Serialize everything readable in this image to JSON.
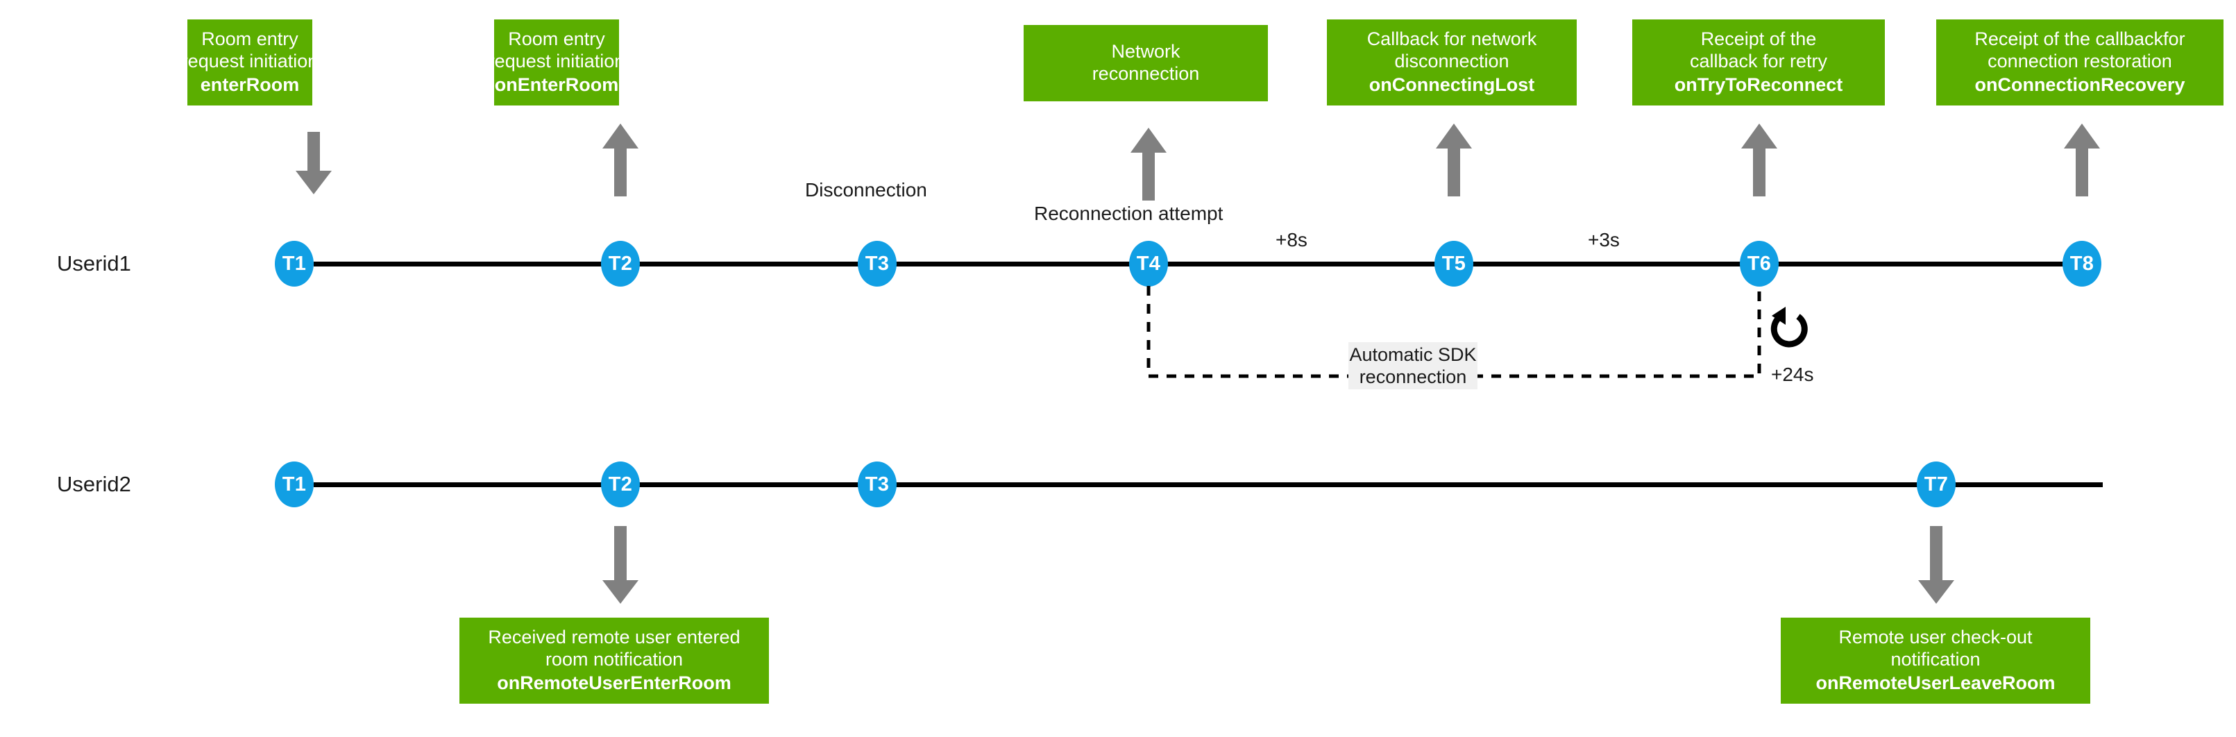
{
  "colors": {
    "callout_green": "#5BAE00",
    "node_blue": "#119FE4",
    "arrow_grey": "#808080",
    "timeline_black": "#000000",
    "sdk_box_grey": "#f0f0f0"
  },
  "callouts": [
    {
      "id": "enter-room",
      "line1": "Room entry",
      "line2": "request initiation",
      "api": "enterRoom"
    },
    {
      "id": "on-enter-room",
      "line1": "Room entry",
      "line2": "request initiation",
      "api": "onEnterRoom"
    },
    {
      "id": "network-reconnection",
      "line1": "Network",
      "line2": "reconnection",
      "api": ""
    },
    {
      "id": "on-connecting-lost",
      "line1": "Callback for network",
      "line2": "disconnection",
      "api": "onConnectingLost"
    },
    {
      "id": "on-try-to-reconnect",
      "line1": "Receipt of the",
      "line2": "callback for retry",
      "api": "onTryToReconnect"
    },
    {
      "id": "on-connection-recovery",
      "line1": "Receipt of the callbackfor",
      "line2": "connection restoration",
      "api": "onConnectionRecovery"
    },
    {
      "id": "on-remote-user-enter-room",
      "line1": "Received remote user entered",
      "line2": "room notification",
      "api": "onRemoteUserEnterRoom"
    },
    {
      "id": "on-remote-user-leave-room",
      "line1": "Remote user check-out",
      "line2": "notification",
      "api": "onRemoteUserLeaveRoom"
    }
  ],
  "rows": [
    {
      "id": "userid1",
      "label": "Userid1",
      "nodes": [
        "T1",
        "T2",
        "T3",
        "T4",
        "T5",
        "T6",
        "T8"
      ]
    },
    {
      "id": "userid2",
      "label": "Userid2",
      "nodes": [
        "T1",
        "T2",
        "T3",
        "T7"
      ]
    }
  ],
  "annotations": {
    "disconnection": "Disconnection",
    "reconnection_attempt": "Reconnection attempt",
    "delta_t4_t5": "+8s",
    "delta_t5_t6": "+3s",
    "delta_total": "+24s",
    "sdk_line1": "Automatic SDK",
    "sdk_line2": "reconnection"
  }
}
